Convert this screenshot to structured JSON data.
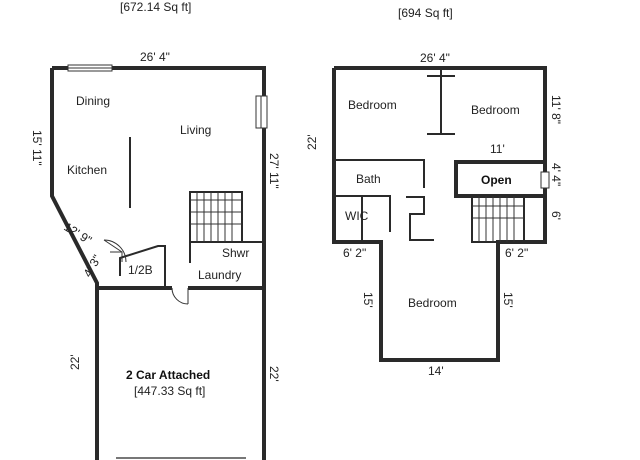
{
  "first_floor": {
    "area_label": "[672.14 Sq ft]",
    "dims": {
      "top": "26' 4\"",
      "left": "15' 11\"",
      "right": "27' 11\"",
      "diagonal": "12' 9\"",
      "small_diagonal": "4' 3\""
    },
    "rooms": {
      "dining": "Dining",
      "living": "Living",
      "kitchen": "Kitchen",
      "half_bath": "1/2B",
      "shower": "Shwr",
      "laundry": "Laundry"
    },
    "garage": {
      "title": "2 Car Attached",
      "area": "[447.33 Sq ft]",
      "dim_left": "22'",
      "dim_right": "22'"
    }
  },
  "second_floor": {
    "area_label": "[694 Sq ft]",
    "dims": {
      "top": "26' 4\"",
      "left": "22'",
      "right_top": "11' 8\"",
      "right_mid": "4' 4\"",
      "right_low": "6'",
      "hall": "11'",
      "step_left": "6' 2\"",
      "step_right": "6' 2\"",
      "bed_left": "15'",
      "bed_right": "15'",
      "bottom": "14'"
    },
    "rooms": {
      "bedroom_1": "Bedroom",
      "bedroom_2": "Bedroom",
      "bedroom_3": "Bedroom",
      "bath": "Bath",
      "wic": "WIC",
      "open": "Open"
    }
  }
}
